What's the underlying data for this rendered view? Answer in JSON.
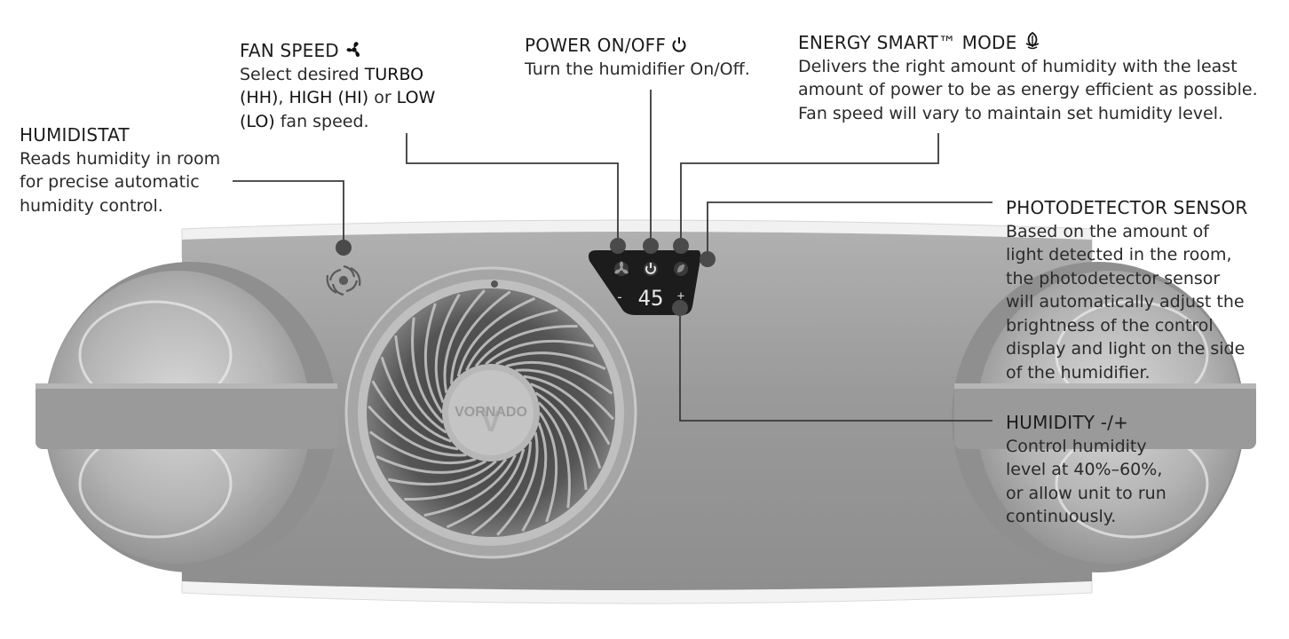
{
  "callouts": {
    "humidistat": {
      "title": "HUMIDISTAT",
      "lines": [
        "Reads humidity in room",
        "for precise automatic",
        "humidity control."
      ]
    },
    "fan_speed": {
      "title": "FAN SPEED",
      "title_icon": "fan-icon",
      "line1_pre": "Select desired ",
      "turbo": "TURBO",
      "hh": "(HH)",
      "sep1": ", ",
      "high": "HIGH (HI)",
      "sep2": " or ",
      "low": "LOW",
      "lo": "(LO)",
      "tail": " fan speed."
    },
    "power": {
      "title": "POWER ON/OFF",
      "title_icon": "power-icon",
      "lines": [
        "Turn the humidifier On/Off."
      ]
    },
    "energy": {
      "title": "ENERGY SMART™ MODE",
      "title_icon": "leaf-icon",
      "lines": [
        "Delivers the right amount of humidity with the least",
        "amount of power to be as energy efficient as possible.",
        "Fan speed will vary to maintain set humidity level."
      ]
    },
    "photodetector": {
      "title": "PHOTODETECTOR SENSOR",
      "lines": [
        "Based on the amount of",
        "light detected in the room,",
        "the photodetector sensor",
        "will automatically adjust the",
        "brightness of the control",
        "display and light on the side",
        "of the humidifier."
      ]
    },
    "humidity": {
      "title": "HUMIDITY -/+",
      "lines": [
        "Control humidity",
        "level at 40%–60%,",
        "or allow unit to run",
        "continuously."
      ]
    }
  },
  "device": {
    "display_value": "45",
    "minus_label": "-",
    "plus_label": "+",
    "brand": "VORNADO",
    "brand_mark": "V"
  },
  "colors": {
    "body": "#9b9b9b",
    "body_dark": "#7d7d7d",
    "panel": "#1e1e1e",
    "leader": "#3a3a3a",
    "dot": "#4a4a4a"
  }
}
